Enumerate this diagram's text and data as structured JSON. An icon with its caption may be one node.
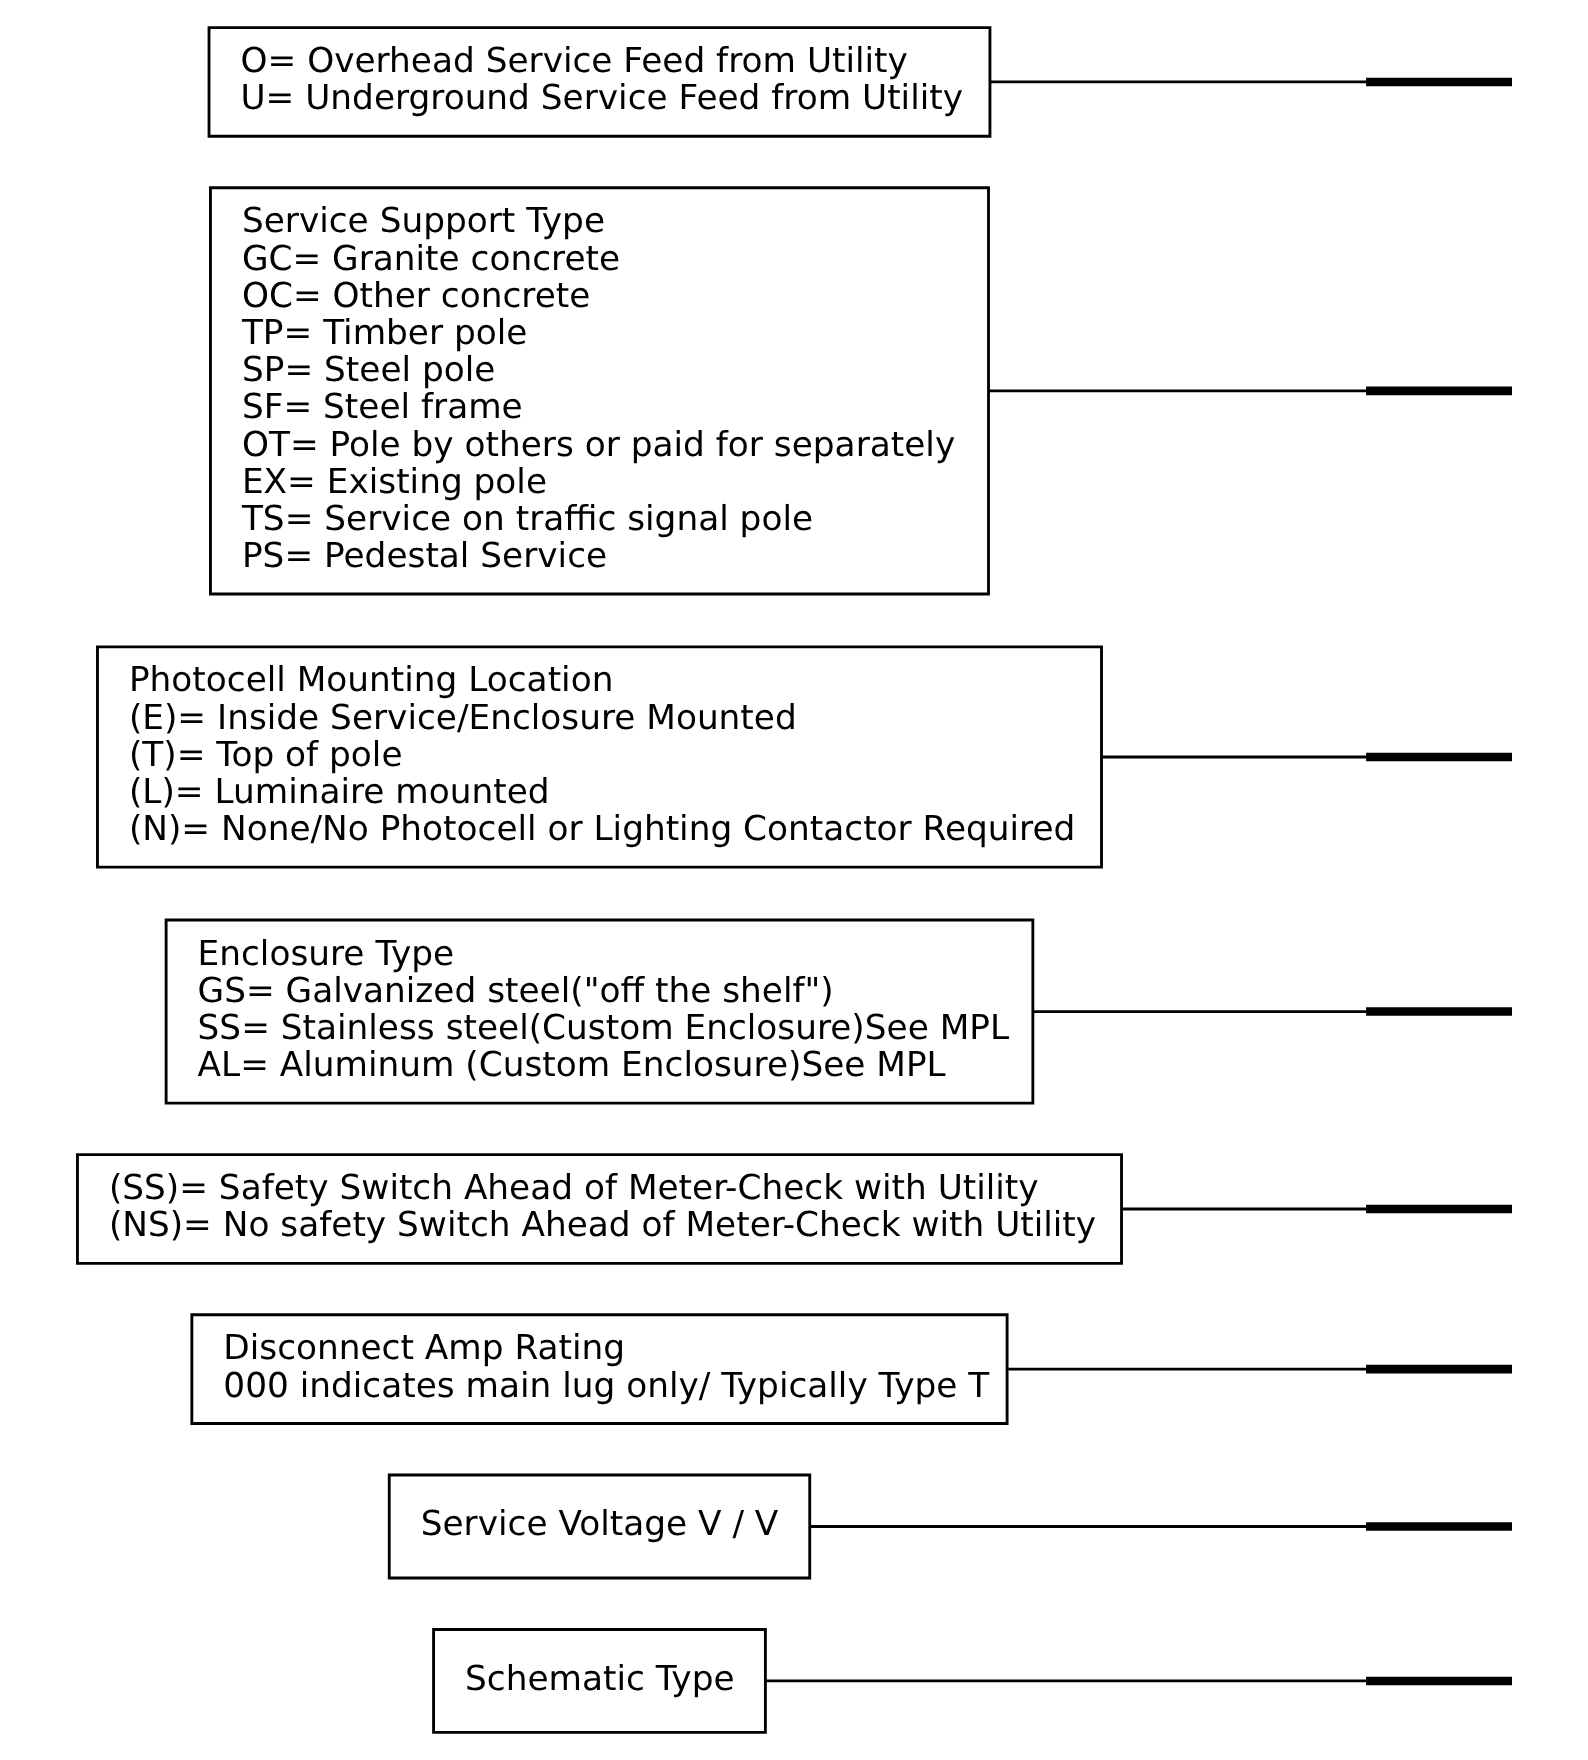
{
  "diagram": {
    "nodes": [
      {
        "text": [],
        "shape": "bar"
      },
      {
        "text": [],
        "shape": "bar"
      },
      {
        "text": [],
        "shape": "bar"
      },
      {
        "text": [],
        "shape": "bar"
      },
      {
        "text": [],
        "shape": "bar"
      },
      {
        "text": [],
        "shape": "bar"
      },
      {
        "text": [],
        "shape": "bar"
      },
      {
        "text": [],
        "shape": "bar"
      },
      {
        "text": [
          "Schematic Type"
        ]
      },
      {
        "text": [
          "Service Voltage V / V"
        ]
      },
      {
        "text": [
          "Disconnect Amp Rating",
          "000 indicates main lug only/ Typically Type T"
        ]
      },
      {
        "text": [
          "(SS)= Safety Switch Ahead of Meter-Check with Utility",
          "(NS)= No safety Switch Ahead of Meter-Check with Utility"
        ]
      },
      {
        "text": [
          "Enclosure Type",
          "GS= Galvanized steel(\"off the shelf\")",
          "SS= Stainless steel(Custom Enclosure)See MPL",
          "AL= Aluminum (Custom Enclosure)See MPL"
        ]
      },
      {
        "text": [
          "Photocell Mounting Location",
          "(E)= Inside Service/Enclosure Mounted",
          "(T)= Top of pole",
          "(L)= Luminaire mounted",
          "(N)= None/No Photocell or Lighting Contactor Required"
        ]
      },
      {
        "text": [
          "Service Support Type",
          "GC= Granite concrete",
          "OC= Other concrete",
          "TP= Timber pole",
          "SP= Steel pole",
          "SF= Steel frame",
          "OT= Pole by others or paid for separately",
          "EX= Existing pole",
          "TS= Service on traffic signal pole",
          "PS= Pedestal Service"
        ]
      },
      {
        "text": [
          "O= Overhead Service Feed from Utility",
          "U= Underground Service Feed from Utility"
        ]
      }
    ],
    "edges": [
      {
        "from": 8,
        "to": 0,
        "arrow": "none"
      },
      {
        "from": 9,
        "to": 1,
        "arrow": "none"
      },
      {
        "from": 10,
        "to": 2,
        "arrow": "none"
      },
      {
        "from": 11,
        "to": 3,
        "arrow": "none"
      },
      {
        "from": 12,
        "to": 4,
        "arrow": "none"
      },
      {
        "from": 13,
        "to": 5,
        "arrow": "none"
      },
      {
        "from": 14,
        "to": 6,
        "arrow": "none"
      },
      {
        "from": 15,
        "to": 7,
        "arrow": "none"
      }
    ]
  }
}
